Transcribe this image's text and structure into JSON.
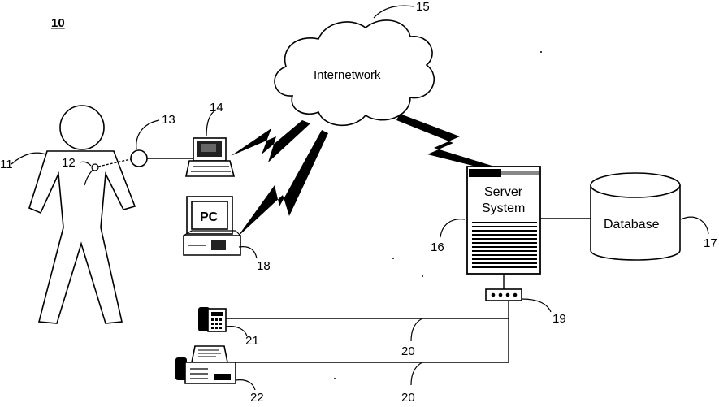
{
  "figure_number": "10",
  "cloud": {
    "label": "Internetwork",
    "ref": "15"
  },
  "person": {
    "ref": "11",
    "sensor_ref": "12"
  },
  "hub": {
    "ref": "13"
  },
  "laptop": {
    "ref": "14"
  },
  "pc": {
    "screen_label": "PC",
    "ref": "18"
  },
  "server": {
    "label_line1": "Server",
    "label_line2": "System",
    "ref": "16"
  },
  "database": {
    "label": "Database",
    "ref": "17"
  },
  "modem": {
    "ref": "19"
  },
  "telephone": {
    "ref": "21"
  },
  "fax": {
    "ref": "22"
  },
  "phone_lines": {
    "ref_upper": "20",
    "ref_lower": "20"
  }
}
